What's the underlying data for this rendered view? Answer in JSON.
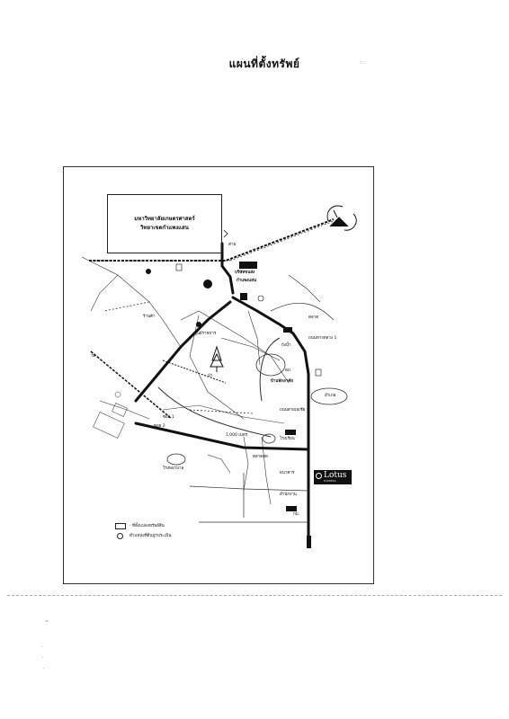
{
  "page": {
    "title": "แผนที่ตั้งทรัพย์"
  },
  "map": {
    "institution": {
      "line1": "มหาวิทยาลัยเกษตรศาสตร์",
      "line2": "วิทยาเขตกำแพงแสน"
    },
    "labels": {
      "camp_top": "ค่าย",
      "bus_station": "บริษัทขนส่ง",
      "bus_station_sub": "กำแพงแสน",
      "shop": "ร้านค้า",
      "health_center": "ศูนย์ราชการ",
      "market": "ตลาด",
      "road_1": "ถนนทางหลวง 1",
      "road_2": "ถนนสายเอเชีย",
      "village": "บ้านพักอาศัย",
      "temple": "วัด",
      "police": "สภ.",
      "district_office": "อำเภอ",
      "school": "โรงเรียน",
      "hospital": "โรงพยาบาล",
      "soi_1": "ซอย 1",
      "soi_2": "ซอย 2",
      "distance": "1,000 เมตร",
      "market_area": "ตลาดสด",
      "water_tank": "ถังน้ำ",
      "forest": "ป่า",
      "km": "กม.",
      "bank": "ธนาคาร",
      "office": "สำนักงาน"
    },
    "brand": {
      "name": "Lotus",
      "sub": "EXPRESS"
    },
    "legend": {
      "item1": "- ที่ตั้งแปลงทรัพย์สิน",
      "item2": "ตำแหน่งที่ดินถูกประเมิน"
    }
  }
}
